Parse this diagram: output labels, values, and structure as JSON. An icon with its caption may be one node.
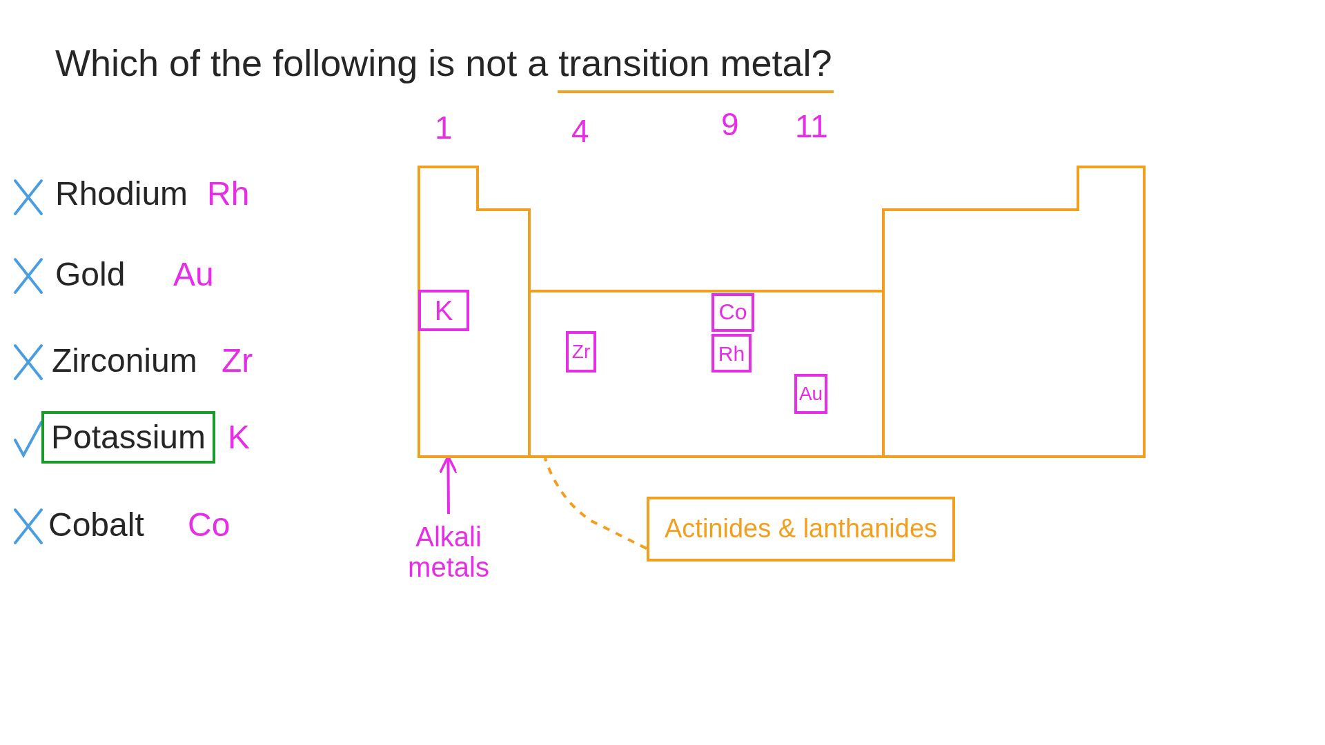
{
  "diagram": {
    "title": "Which of the following is not a transition metal?",
    "nodes": [
      {
        "text": [
          "Potassium"
        ]
      },
      {
        "text": [],
        "shape": "box"
      },
      {
        "text": [
          "K"
        ],
        "in": 1
      },
      {
        "text": [
          "Co"
        ],
        "in": 1
      },
      {
        "text": [
          "Zr"
        ],
        "in": 1
      },
      {
        "text": [
          "Rh"
        ],
        "in": 1
      },
      {
        "text": [
          "Au"
        ],
        "in": 1
      },
      {
        "text": [
          "Alkali metals"
        ]
      },
      {
        "text": [
          "Actinides & lanthanides"
        ]
      }
    ],
    "edges": [
      {
        "from": 7,
        "to": 1,
        "arrow": "to",
        "color": "#e62ee6"
      },
      {
        "from": 8,
        "to": 1,
        "arrow": "none",
        "style": "dashed",
        "color": "#f0a01e"
      }
    ],
    "labels": [
      "1",
      "4",
      "9",
      "11",
      "Rhodium",
      "Rh",
      "Gold",
      "Au",
      "Zirconium",
      "Zr",
      "K",
      "Cobalt",
      "Co"
    ]
  }
}
